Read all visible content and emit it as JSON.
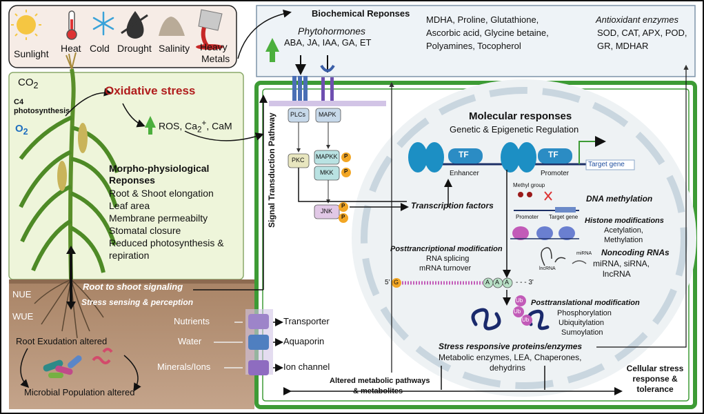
{
  "stressors": {
    "items": [
      "Sunlight",
      "Heat",
      "Cold",
      "Drought",
      "Salinity",
      "Heavy",
      "Metals"
    ]
  },
  "plant": {
    "co2": "CO",
    "co2_sub": "2",
    "c4_line1": "C4",
    "c4_line2": "photosynthesis",
    "o2": "O",
    "o2_sub": "2",
    "oxidative": "Oxidative stress",
    "ros": "ROS, Ca",
    "ros_sub": "2",
    "ros_sup": "+",
    "ros_tail": ", CaM",
    "morpho_title1": "Morpho-physiological",
    "morpho_title2": "Reponses",
    "morpho_items": [
      "Root & Shoot elongation",
      "Leaf area",
      "Membrane permeabilty",
      "Stomatal closure",
      "Reduced photosynthesis &",
      "repiration"
    ]
  },
  "soil": {
    "nue": "NUE",
    "wue": "WUE",
    "root_signal": "Root to shoot signaling",
    "stress_sensing": "Stress sensing & perception",
    "root_exudation": "Root Exudation altered",
    "microbial": "Microbial  Population altered",
    "nutrients": "Nutrients",
    "water": "Water",
    "minerals": "Minerals/Ions",
    "transporter": "Transporter",
    "aquaporin": "Aquaporin",
    "ion_channel": "Ion channel"
  },
  "biochem": {
    "title": "Biochemical Reponses",
    "phyto_title": "Phytohormones",
    "phyto_list": "ABA, JA, IAA, GA, ET",
    "metab_line1": "MDHA, Proline, Glutathione,",
    "metab_line2": "Ascorbic acid, Glycine betaine,",
    "metab_line3": "Polyamines, Tocopherol",
    "anti_title": "Antioxidant enzymes",
    "anti_line1": "SOD, CAT, APX, POD,",
    "anti_line2": "GR, MDHAR"
  },
  "signal": {
    "pathway": "Signal Transduction Pathway",
    "plcs": "PLCs",
    "mapk": "MAPK",
    "pkc": "PKC",
    "mapkk": "MAPKK",
    "mkk": "MKK",
    "jnk": "JNK",
    "p": "P"
  },
  "molecular": {
    "title": "Molecular responses",
    "subtitle": "Genetic & Epigenetic Regulation",
    "tf": "TF",
    "enhancer": "Enhancer",
    "promoter": "Promoter",
    "target_gene": "Target gene",
    "transcription_factors": "Transcription factors",
    "methyl_group": "Methyl group",
    "promoter_small": "Promoter",
    "target_gene_small": "Target gene",
    "dna_methylation": "DNA methylation",
    "histone_title": "Histone modifications",
    "acetylation": "Acetylation,",
    "methylation": "Methylation",
    "lncrna_small": "lncRNA",
    "mirna_small": "miRNA",
    "noncoding_title": "Noncoding RNAs",
    "noncoding_list1": "miRNA, siRNA,",
    "noncoding_list2": "lncRNA",
    "posttrans_title": "Posttrancriptional modification",
    "rna_splicing": "RNA splicing",
    "mrna_turnover": "mRNA turnover",
    "five_prime": "5'",
    "g": "G",
    "a": "A",
    "three_prime": "- - - 3'",
    "ub": "Ub",
    "posttransl_title": "Posttranslational modification",
    "phospho": "Phosphorylation",
    "ubiq": "Ubiquitylation",
    "sumo": "Sumoylation",
    "stress_prot_title": "Stress responsive proteins/enzymes",
    "stress_prot_line1": "Metabolic enzymes, LEA, Chaperones,",
    "stress_prot_line2": "dehydrins",
    "altered1": "Altered metabolic pathways",
    "altered2": "& metabolites",
    "cellular1": "Cellular stress",
    "cellular2": "response &",
    "cellular3": "tolerance"
  },
  "colors": {
    "green_border": "#3d9b35",
    "light_green": "#eef5da",
    "soil": "#b08a6e",
    "dark_red": "#b01c1c",
    "blue_label": "#1f6fbf",
    "teal_dna": "#1c8fc4",
    "green_arrow": "#4caf3d"
  }
}
